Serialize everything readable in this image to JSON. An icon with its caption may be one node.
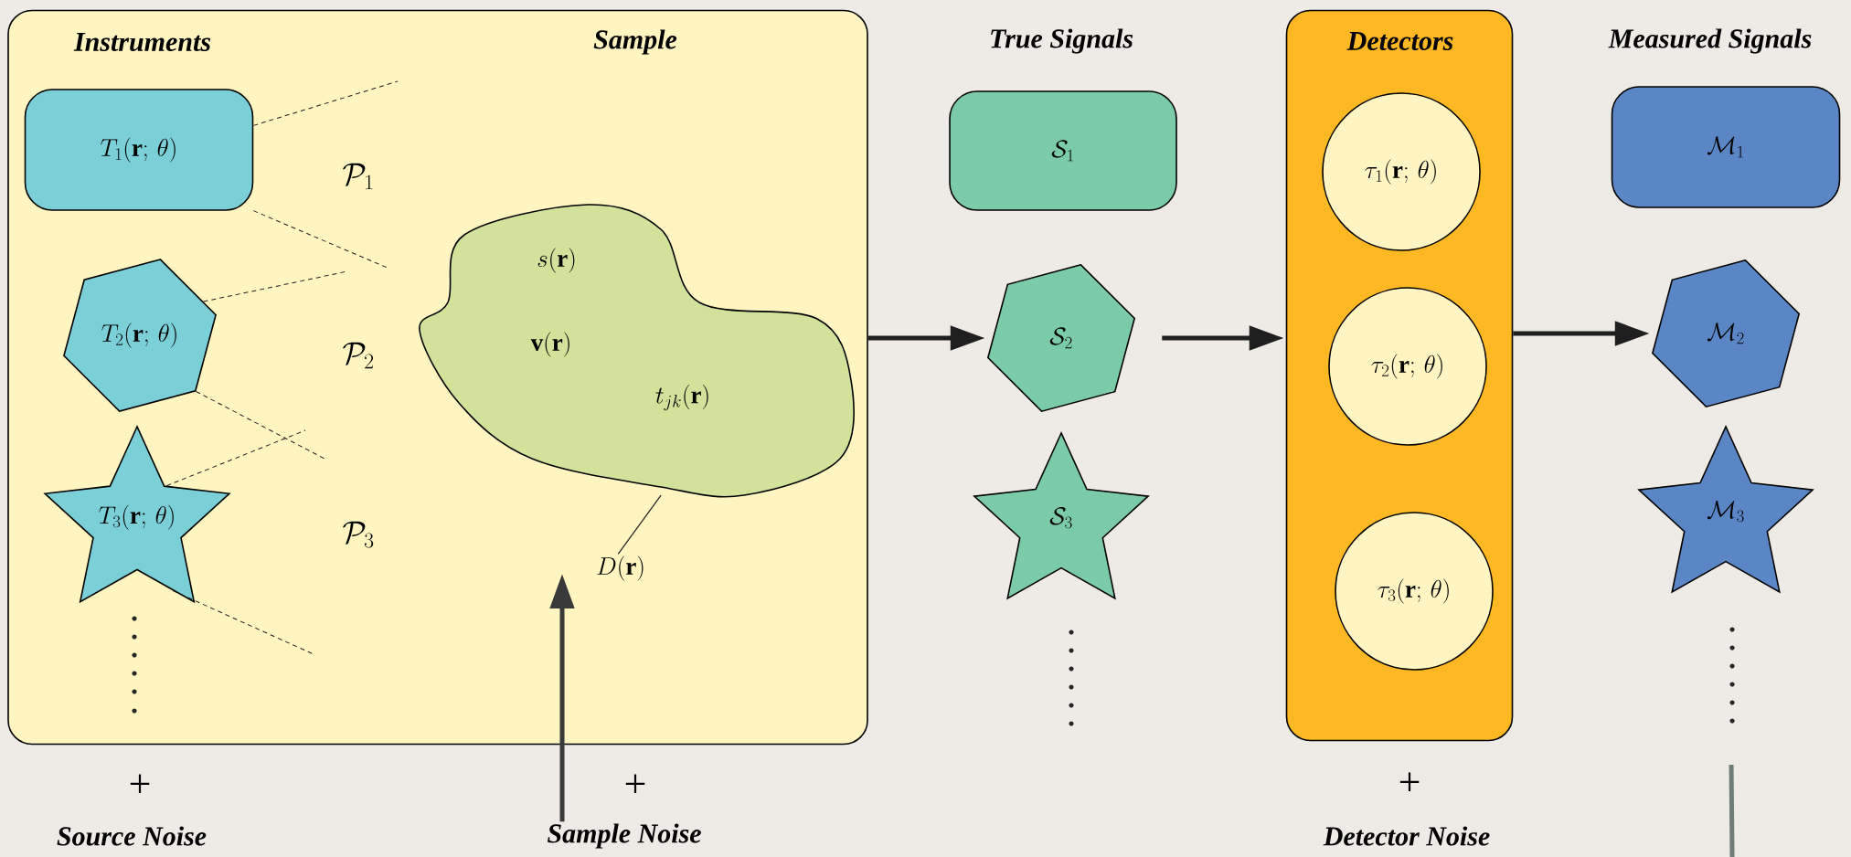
{
  "diagram": {
    "nodes": [
      {
        "text": [
          "Instruments",
          "Sample"
        ]
      },
      {
        "text": [
          "T_{1}(\\mathbf{r};\\,\\theta)"
        ],
        "in": 0
      },
      {
        "text": [
          "T_{2}(\\mathbf{r};\\,\\theta)"
        ],
        "in": 0
      },
      {
        "text": [
          "T_{3}(\\mathbf{r};\\,\\theta)"
        ],
        "in": 0
      },
      {
        "text": [
          "s(\\mathbf{r})",
          "\\mathbf{v}(\\mathbf{r})",
          "t_{jk}(\\mathbf{r})"
        ],
        "in": 0
      },
      {
        "text": [
          "D(\\mathbf{r})"
        ],
        "in": 0
      },
      {
        "text": [
          "\\mathcal{S}_{1}"
        ]
      },
      {
        "text": [
          "\\mathcal{S}_{2}"
        ]
      },
      {
        "text": [
          "\\mathcal{S}_{3}"
        ]
      },
      {
        "text": [
          "Detectors"
        ]
      },
      {
        "text": [
          "\\tau_{1}(\\mathbf{r};\\,\\theta)"
        ],
        "in": 9
      },
      {
        "text": [
          "\\tau_{2}(\\mathbf{r};\\,\\theta)"
        ],
        "in": 9
      },
      {
        "text": [
          "\\tau_{3}(\\mathbf{r};\\,\\theta)"
        ],
        "in": 9
      },
      {
        "text": [
          "\\mathcal{M}_{1}"
        ]
      },
      {
        "text": [
          "\\mathcal{M}_{2}"
        ]
      },
      {
        "text": [
          "\\mathcal{M}_{3}"
        ]
      },
      {
        "text": [
          "Sample Noise"
        ]
      }
    ],
    "edges": [
      {
        "from": 0,
        "to": 7,
        "arrow": "to",
        "style": "thick"
      },
      {
        "from": 7,
        "to": 9,
        "arrow": "to",
        "style": "thick"
      },
      {
        "from": 9,
        "to": 14,
        "arrow": "to",
        "style": "thick"
      },
      {
        "from": 5,
        "to": 4,
        "arrow": "none"
      },
      {
        "from": 16,
        "to": 5,
        "arrow": "to",
        "style": "thick",
        "color": "#3a3a3a"
      },
      {
        "from": 1,
        "to": null,
        "arrow": "none",
        "style": "dashed"
      },
      {
        "from": 1,
        "to": null,
        "arrow": "none",
        "style": "dashed"
      },
      {
        "from": 2,
        "to": null,
        "arrow": "none",
        "style": "dashed"
      },
      {
        "from": 2,
        "to": null,
        "arrow": "none",
        "style": "dashed"
      },
      {
        "from": 3,
        "to": null,
        "arrow": "none",
        "style": "dashed"
      },
      {
        "from": 3,
        "to": null,
        "arrow": "none",
        "style": "dashed"
      }
    ],
    "labels": [
      "True Signals",
      "Measured Signals",
      "\\mathcal{P}_{1}",
      "\\mathcal{P}_{2}",
      "\\mathcal{P}_{3}",
      "+",
      "+",
      "+",
      "Source Noise",
      "Detector Noise"
    ]
  }
}
